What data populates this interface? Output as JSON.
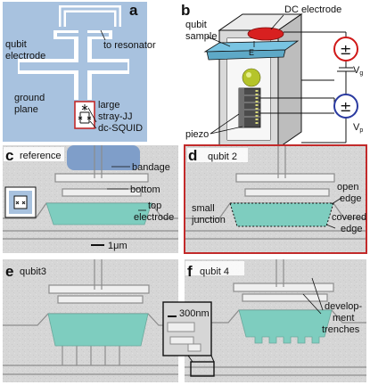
{
  "panels": {
    "a": {
      "letter": "a",
      "labels": {
        "to_resonator": "to resonator",
        "qubit_electrode_1": "qubit",
        "qubit_electrode_2": "electrode",
        "ground_plane_1": "ground",
        "ground_plane_2": "plane",
        "large_1": "large",
        "large_2": "stray-JJ",
        "dc_squid": "dc-SQUID"
      }
    },
    "b": {
      "letter": "b",
      "labels": {
        "dc_electrode": "DC electrode",
        "qubit_sample_1": "qubit",
        "qubit_sample_2": "sample",
        "field_symbol": "E",
        "vg_main": "V",
        "vg_sub": "g",
        "vp_main": "V",
        "vp_sub": "p",
        "piezo": "piezo",
        "plus_minus": "±"
      },
      "colors": {
        "electrode": "#d82020",
        "sample": "#79c4e2",
        "ball": "#b5c42a",
        "circle_top": "#d01818",
        "circle_bottom": "#2a3aa0"
      }
    },
    "c": {
      "letter": "c",
      "title": "reference",
      "labels": {
        "bandage": "bandage",
        "bottom": "bottom",
        "top_1": "top",
        "top_2": "electrode",
        "scale": "1μm"
      }
    },
    "d": {
      "letter": "d",
      "title": "qubit 2",
      "labels": {
        "open_1": "open",
        "open_2": "edge",
        "small_1": "small",
        "small_2": "junction",
        "covered_1": "covered",
        "covered_2": "edge"
      },
      "colors": {
        "frame": "#c22a2a"
      }
    },
    "e": {
      "letter": "e",
      "title": "qubit3"
    },
    "f": {
      "letter": "f",
      "title": "qubit 4",
      "labels": {
        "scale": "300nm",
        "dev_1": "develop-",
        "dev_2": "ment",
        "dev_3": "trenches"
      }
    }
  },
  "colors": {
    "teal": "#7ecdbf",
    "sem_bg": "#d6d6d6",
    "blue_patch": "#7f9ec9",
    "chip_blue": "#a8c2df"
  }
}
